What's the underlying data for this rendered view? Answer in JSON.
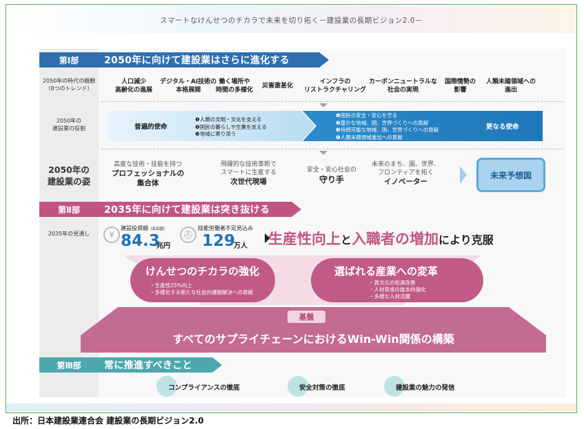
{
  "banner": {
    "title": "スマートなけんせつのチカラで未来を切り拓く－建設業の長期ビジョン2.0－"
  },
  "section1": {
    "part": "第Ⅰ部",
    "title": "2050年に向けて建設業はさらに進化する",
    "trends_label": [
      "2050年の時代の概観",
      "（8つのトレンド）"
    ],
    "trends": [
      [
        "人口減少",
        "高齢化の進展"
      ],
      [
        "デジタル・AI技術の",
        "本格展開"
      ],
      [
        "働く場所や",
        "時間の多様化"
      ],
      [
        "災害激甚化"
      ],
      [
        "インフラの",
        "リストラクチャリング"
      ],
      [
        "カーボンニュートラルな",
        "社会の実現"
      ],
      [
        "国際情勢の",
        "影響"
      ],
      [
        "人類未踏領域への",
        "進出"
      ]
    ],
    "role_label": [
      "2050年の",
      "建設業の役割"
    ],
    "role_universal_head": "普遍的使命",
    "role_universal_items": [
      "❶人類の文明・文化を支える",
      "❷国民の暮らしや生業を支える",
      "❸地域に寄り添う"
    ],
    "role_further_items": [
      "❶国民の安全・安心を守る",
      "❷豊かな地域、国、世界づくりへの貢献",
      "❸持続可能な地域、国、世界づくりへの貢献",
      "❹人類未踏領域進出への貢献"
    ],
    "role_further_head": "更なる使命",
    "figure_label": [
      "2050年の",
      "建設業の姿"
    ],
    "figures": [
      {
        "sub": [
          "高度な技術・技能を持つ"
        ],
        "main": [
          "プロフェッショナルの",
          "集合体"
        ]
      },
      {
        "sub": [
          "飛躍的な技術革新で",
          "スマートに生産する"
        ],
        "main": [
          "次世代現場"
        ]
      },
      {
        "sub": [
          "安全・安心社会の"
        ],
        "main": [
          "守り手"
        ]
      },
      {
        "sub": [
          "未来のまち、国、世界、",
          "フロンティアを拓く"
        ],
        "main": [
          "イノベーター"
        ]
      }
    ],
    "future_button": "未来予想図"
  },
  "section2": {
    "part": "第Ⅱ部",
    "title": "2035年に向けて建設業は突き抜ける",
    "outlook_label": "2035年の見通し",
    "stats": [
      {
        "label": "建設投資額",
        "note": "（名目値）",
        "value": "84.3",
        "unit": "兆円"
      },
      {
        "label": "技能労働者不足見込み",
        "note": "",
        "value": "129",
        "unit": "万人"
      }
    ],
    "claim": {
      "hl1": "生産性向上",
      "mid": "と",
      "hl2": "入職者の増加",
      "tail": "により克服"
    },
    "pill_left": {
      "title": "けんせつのチカラの強化",
      "items": [
        "・生産性25%向上",
        "・多様化する新たな社会的課題解決への貢献"
      ]
    },
    "pill_right": {
      "title": "選ばれる産業への変革",
      "items": [
        "・異次元の処遇改善",
        "・人材育成の抜本的強化",
        "・多様な人材活躍"
      ]
    },
    "base_tag": "基盤",
    "base_text": "すべてのサプライチェーンにおけるWin-Win関係の構築"
  },
  "section3": {
    "part": "第Ⅲ部",
    "title": "常に推進すべきこと",
    "items": [
      "コンプライアンスの徹底",
      "安全対策の徹底",
      "建設業の魅力の発信"
    ]
  },
  "source": "出所：日本建設業連合会 建設業の長期ビジョン2.0",
  "colors": {
    "section1": "#2e6fb0",
    "section2": "#c2557f",
    "section3": "#4ca8ae",
    "frame": "#4caf50"
  }
}
